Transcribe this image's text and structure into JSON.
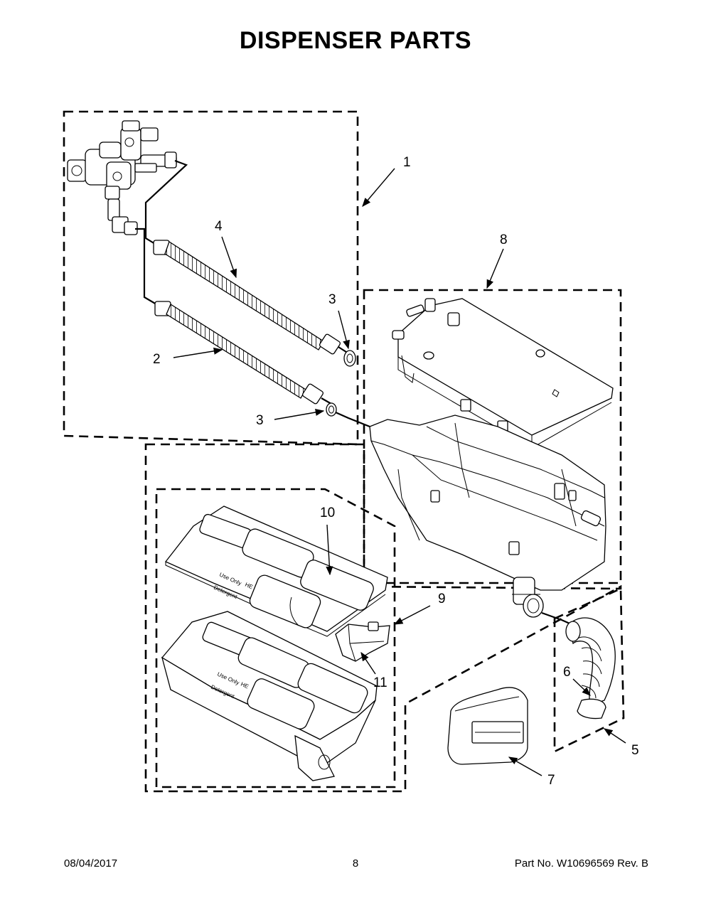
{
  "title": "DISPENSER PARTS",
  "footer": {
    "date": "08/04/2017",
    "page": "8",
    "part_no": "Part No.  W10696569  Rev.  B"
  },
  "callouts": [
    "1",
    "2",
    "3",
    "3",
    "4",
    "5",
    "6",
    "7",
    "8",
    "9",
    "10",
    "11"
  ],
  "drawer_text": {
    "use_only_top": "Use Only",
    "he_top": "HE",
    "detergent_top": "Detergent",
    "use_only_bottom": "Use Only",
    "he_bottom": "HE",
    "detergent_bottom": "Detergent"
  }
}
